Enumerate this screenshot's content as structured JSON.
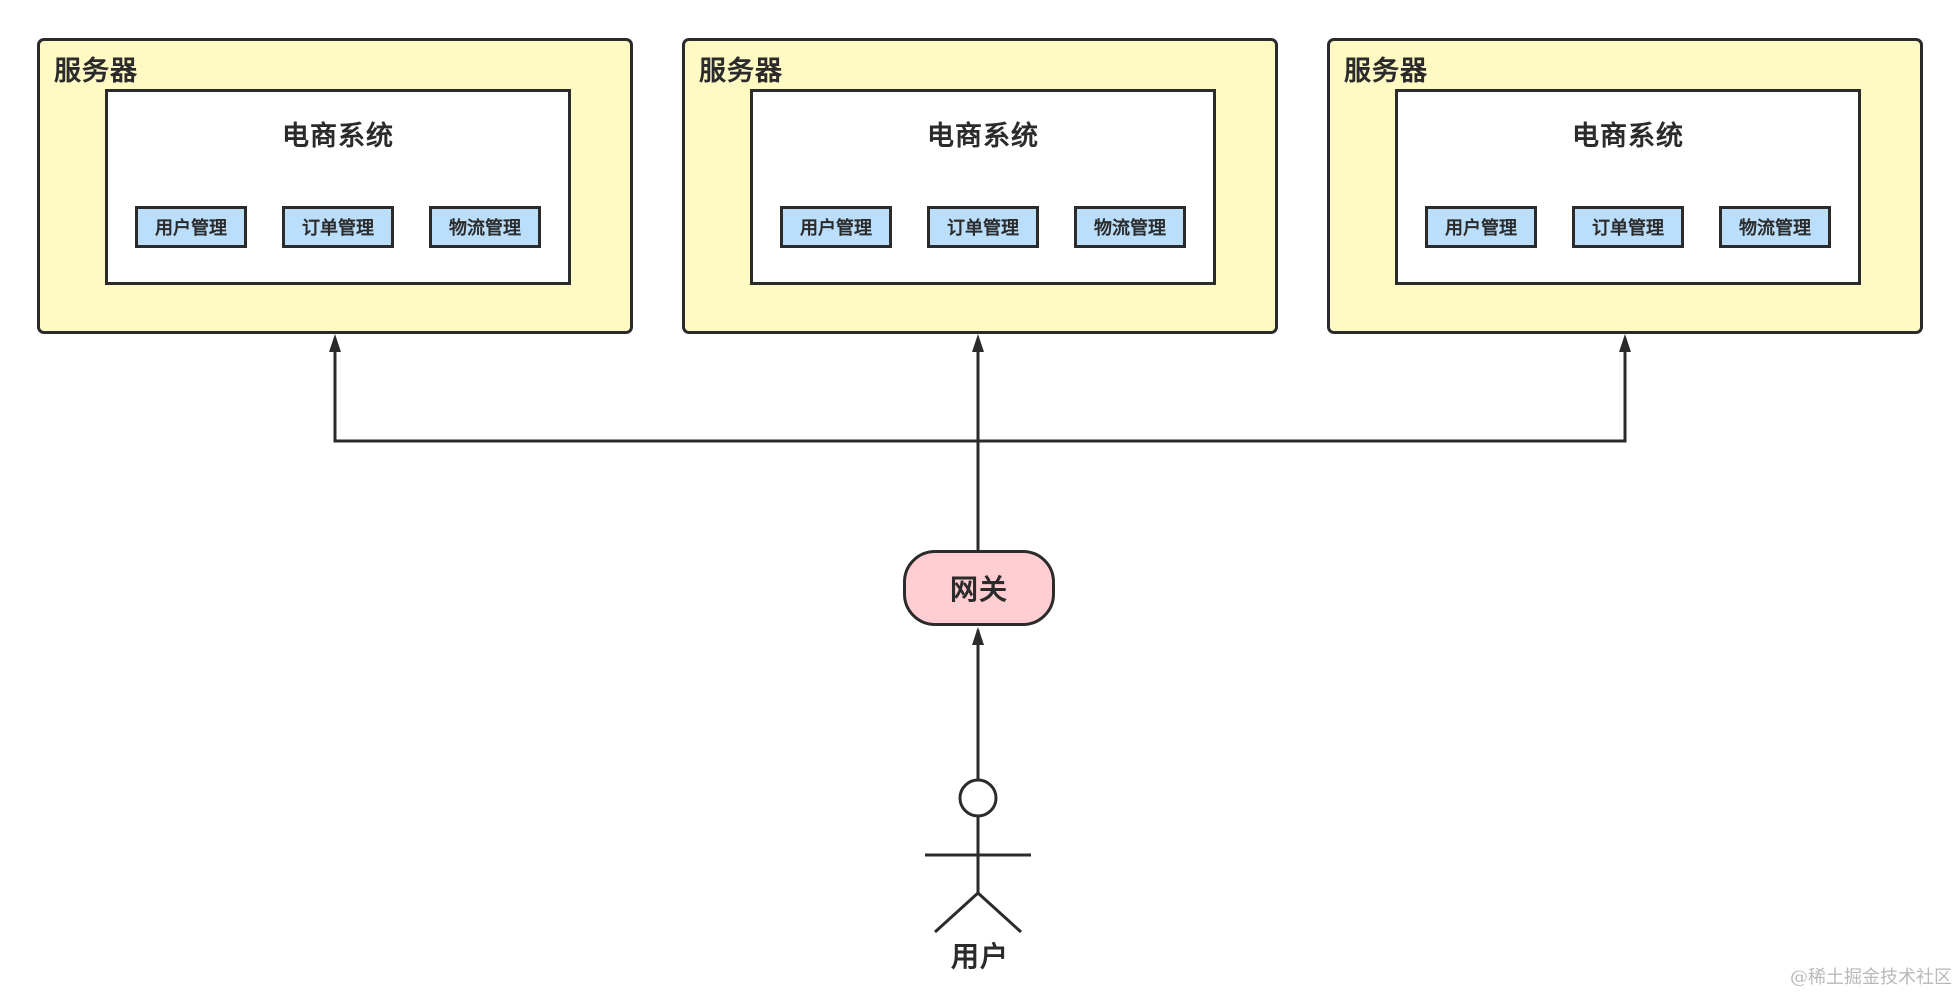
{
  "servers": [
    {
      "title": "服务器",
      "system_title": "电商系统",
      "modules": [
        "用户管理",
        "订单管理",
        "物流管理"
      ]
    },
    {
      "title": "服务器",
      "system_title": "电商系统",
      "modules": [
        "用户管理",
        "订单管理",
        "物流管理"
      ]
    },
    {
      "title": "服务器",
      "system_title": "电商系统",
      "modules": [
        "用户管理",
        "订单管理",
        "物流管理"
      ]
    }
  ],
  "gateway": {
    "label": "网关"
  },
  "user": {
    "label": "用户"
  },
  "watermark": "@稀土掘金技术社区",
  "colors": {
    "server_fill": "#fff9c4",
    "system_fill": "#ffffff",
    "module_fill": "#bbdefb",
    "gateway_fill": "#ffcdd2",
    "stroke": "#2b2b2b",
    "watermark": "#b9b9b9"
  }
}
